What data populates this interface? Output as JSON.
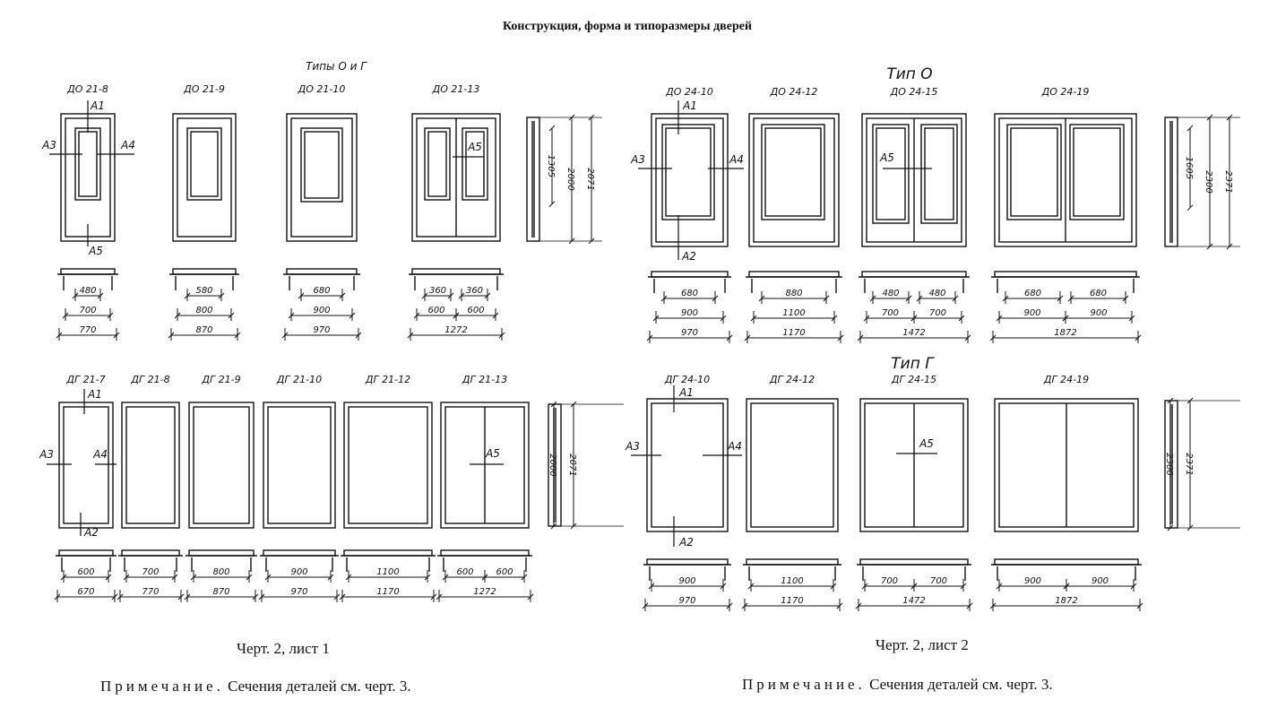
{
  "title": "Конструкция, форма и типоразмеры дверей",
  "sheet1": {
    "group_label": "Типы О и Г",
    "door_o": [
      {
        "code": "ДО 21-8",
        "widths": [
          "480",
          "700",
          "770"
        ]
      },
      {
        "code": "ДО 21-9",
        "widths": [
          "580",
          "800",
          "870"
        ]
      },
      {
        "code": "ДО 21-10",
        "widths": [
          "680",
          "900",
          "970"
        ]
      },
      {
        "code": "ДО 21-13",
        "widths": [
          "360",
          "360",
          "600",
          "600",
          "1272"
        ]
      }
    ],
    "heights_o": [
      "1305",
      "2000",
      "2071"
    ],
    "door_g": [
      {
        "code": "ДГ 21-7",
        "widths": [
          "600",
          "670"
        ]
      },
      {
        "code": "ДГ 21-8",
        "widths": [
          "700",
          "770"
        ]
      },
      {
        "code": "ДГ 21-9",
        "widths": [
          "800",
          "870"
        ]
      },
      {
        "code": "ДГ 21-10",
        "widths": [
          "900",
          "970"
        ]
      },
      {
        "code": "ДГ 21-12",
        "widths": [
          "1100",
          "1170"
        ]
      },
      {
        "code": "ДГ 21-13",
        "widths": [
          "600",
          "600",
          "1272"
        ]
      }
    ],
    "heights_g": [
      "2000",
      "2071"
    ],
    "caption": "Черт. 2, лист 1",
    "note_label": "Примечание.",
    "note_text": "Сечения деталей см. черт. 3."
  },
  "sheet2": {
    "type_o_label": "Тип О",
    "type_g_label": "Тип Г",
    "door_o": [
      {
        "code": "ДО 24-10",
        "widths": [
          "680",
          "900",
          "970"
        ]
      },
      {
        "code": "ДО 24-12",
        "widths": [
          "880",
          "1100",
          "1170"
        ]
      },
      {
        "code": "ДО 24-15",
        "widths": [
          "480",
          "480",
          "700",
          "700",
          "1472"
        ]
      },
      {
        "code": "ДО 24-19",
        "widths": [
          "680",
          "680",
          "900",
          "900",
          "1872"
        ]
      }
    ],
    "heights_o": [
      "1605",
      "2300",
      "2371"
    ],
    "door_g": [
      {
        "code": "ДГ 24-10",
        "widths": [
          "900",
          "970"
        ]
      },
      {
        "code": "ДГ 24-12",
        "widths": [
          "1100",
          "1170"
        ]
      },
      {
        "code": "ДГ 24-15",
        "widths": [
          "700",
          "700",
          "1472"
        ]
      },
      {
        "code": "ДГ 24-19",
        "widths": [
          "900",
          "900",
          "1872"
        ]
      }
    ],
    "heights_g": [
      "2300",
      "2371"
    ],
    "caption": "Черт. 2, лист 2",
    "note_label": "Примечание.",
    "note_text": "Сечения деталей см. черт. 3."
  },
  "section_labels": [
    "А1",
    "А2",
    "А3",
    "А4",
    "А5"
  ]
}
